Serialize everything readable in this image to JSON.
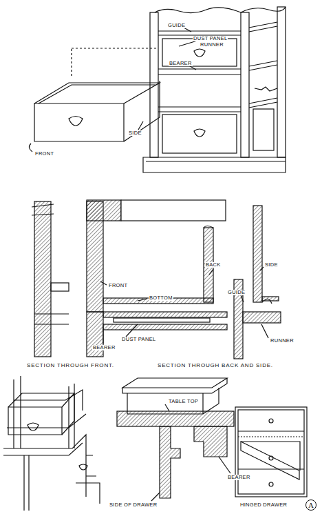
{
  "diagram": {
    "labels": [
      "GUIDE",
      "DUST PANEL",
      "RUNNER",
      "BEARER",
      "SIDE",
      "FRONT",
      "FRONT",
      "BACK",
      "BOTTOM",
      "DUST PANEL",
      "BEARER",
      "GUIDE",
      "SIDE",
      "RUNNER",
      "SECTION THROUGH FRONT.",
      "SECTION THROUGH BACK AND SIDE.",
      "TABLE TOP",
      "BEARER",
      "SIDE OF DRAWER",
      "HINGED DRAWER",
      "A"
    ]
  }
}
